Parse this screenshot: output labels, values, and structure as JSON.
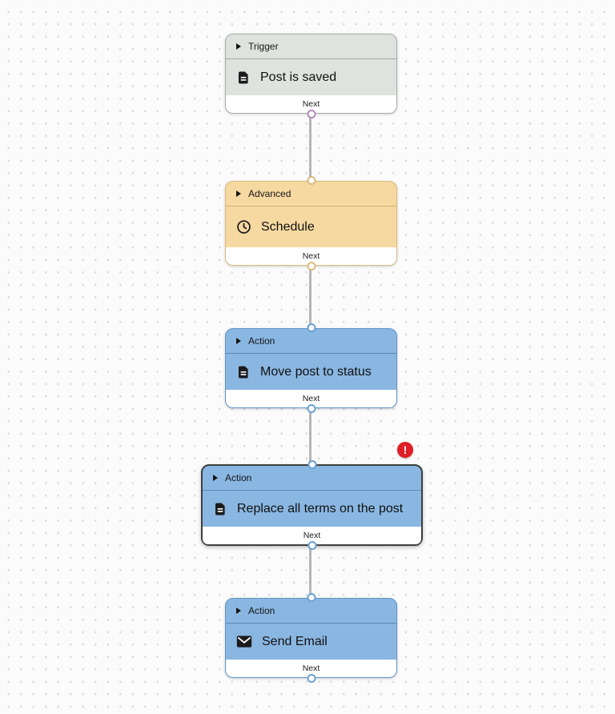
{
  "canvas": {
    "background_color": "#fbfbfb",
    "dot_color": "#d7d7da",
    "edge_color": "#b6b6b9"
  },
  "error_badge": {
    "symbol": "!",
    "color": "#e01e25",
    "attached_to_node": "Replace all terms on the post"
  },
  "nodes": [
    {
      "category": "Trigger",
      "title": "Post is saved",
      "footer_label": "Next",
      "icon": "document-icon",
      "selected": false,
      "has_error": false,
      "colors": {
        "fill": "#dfe3df",
        "border": "#a8afa9",
        "divider": "#a2a9a3",
        "handle": "#b18ab9"
      }
    },
    {
      "category": "Advanced",
      "title": "Schedule",
      "footer_label": "Next",
      "icon": "clock-icon",
      "selected": false,
      "has_error": false,
      "colors": {
        "fill": "#f6d9a1",
        "border": "#dcba7c",
        "divider": "#d3af6f",
        "handle": "#dcba7c"
      }
    },
    {
      "category": "Action",
      "title": "Move post to status",
      "footer_label": "Next",
      "icon": "document-icon",
      "selected": false,
      "has_error": false,
      "colors": {
        "fill": "#8ab7e2",
        "border": "#5e93c5",
        "divider": "#5d87b2",
        "handle": "#6b9fd2"
      }
    },
    {
      "category": "Action",
      "title": "Replace all terms on the post",
      "footer_label": "Next",
      "icon": "document-icon",
      "selected": true,
      "has_error": true,
      "colors": {
        "fill": "#8ab7e2",
        "border": "#3e3e40",
        "divider": "#5d87b2",
        "handle": "#6b9fd2"
      }
    },
    {
      "category": "Action",
      "title": "Send Email",
      "footer_label": "Next",
      "icon": "envelope-icon",
      "selected": false,
      "has_error": false,
      "colors": {
        "fill": "#8ab7e2",
        "border": "#5e93c5",
        "divider": "#5d87b2",
        "handle": "#6b9fd2"
      }
    }
  ]
}
